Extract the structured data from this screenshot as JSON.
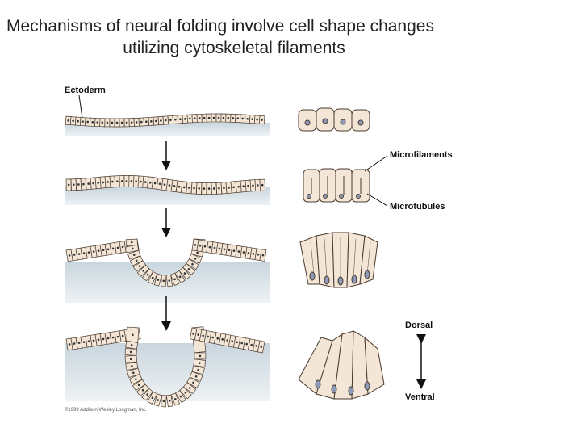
{
  "title": {
    "line1": "Mechanisms of neural folding involve cell shape changes",
    "line2": "utilizing cytoskeletal filaments"
  },
  "labels": {
    "ectoderm": "Ectoderm",
    "microfilaments": "Microfilaments",
    "microtubules": "Microtubules",
    "dorsal": "Dorsal",
    "ventral": "Ventral"
  },
  "copyright": "©1999 Addison Wesley Longman, Inc.",
  "colors": {
    "cell_fill": "#f3e6d6",
    "cell_stroke": "#4a3a2e",
    "substrate": "#d8e2e8",
    "nucleus": "#8c9ab8"
  }
}
